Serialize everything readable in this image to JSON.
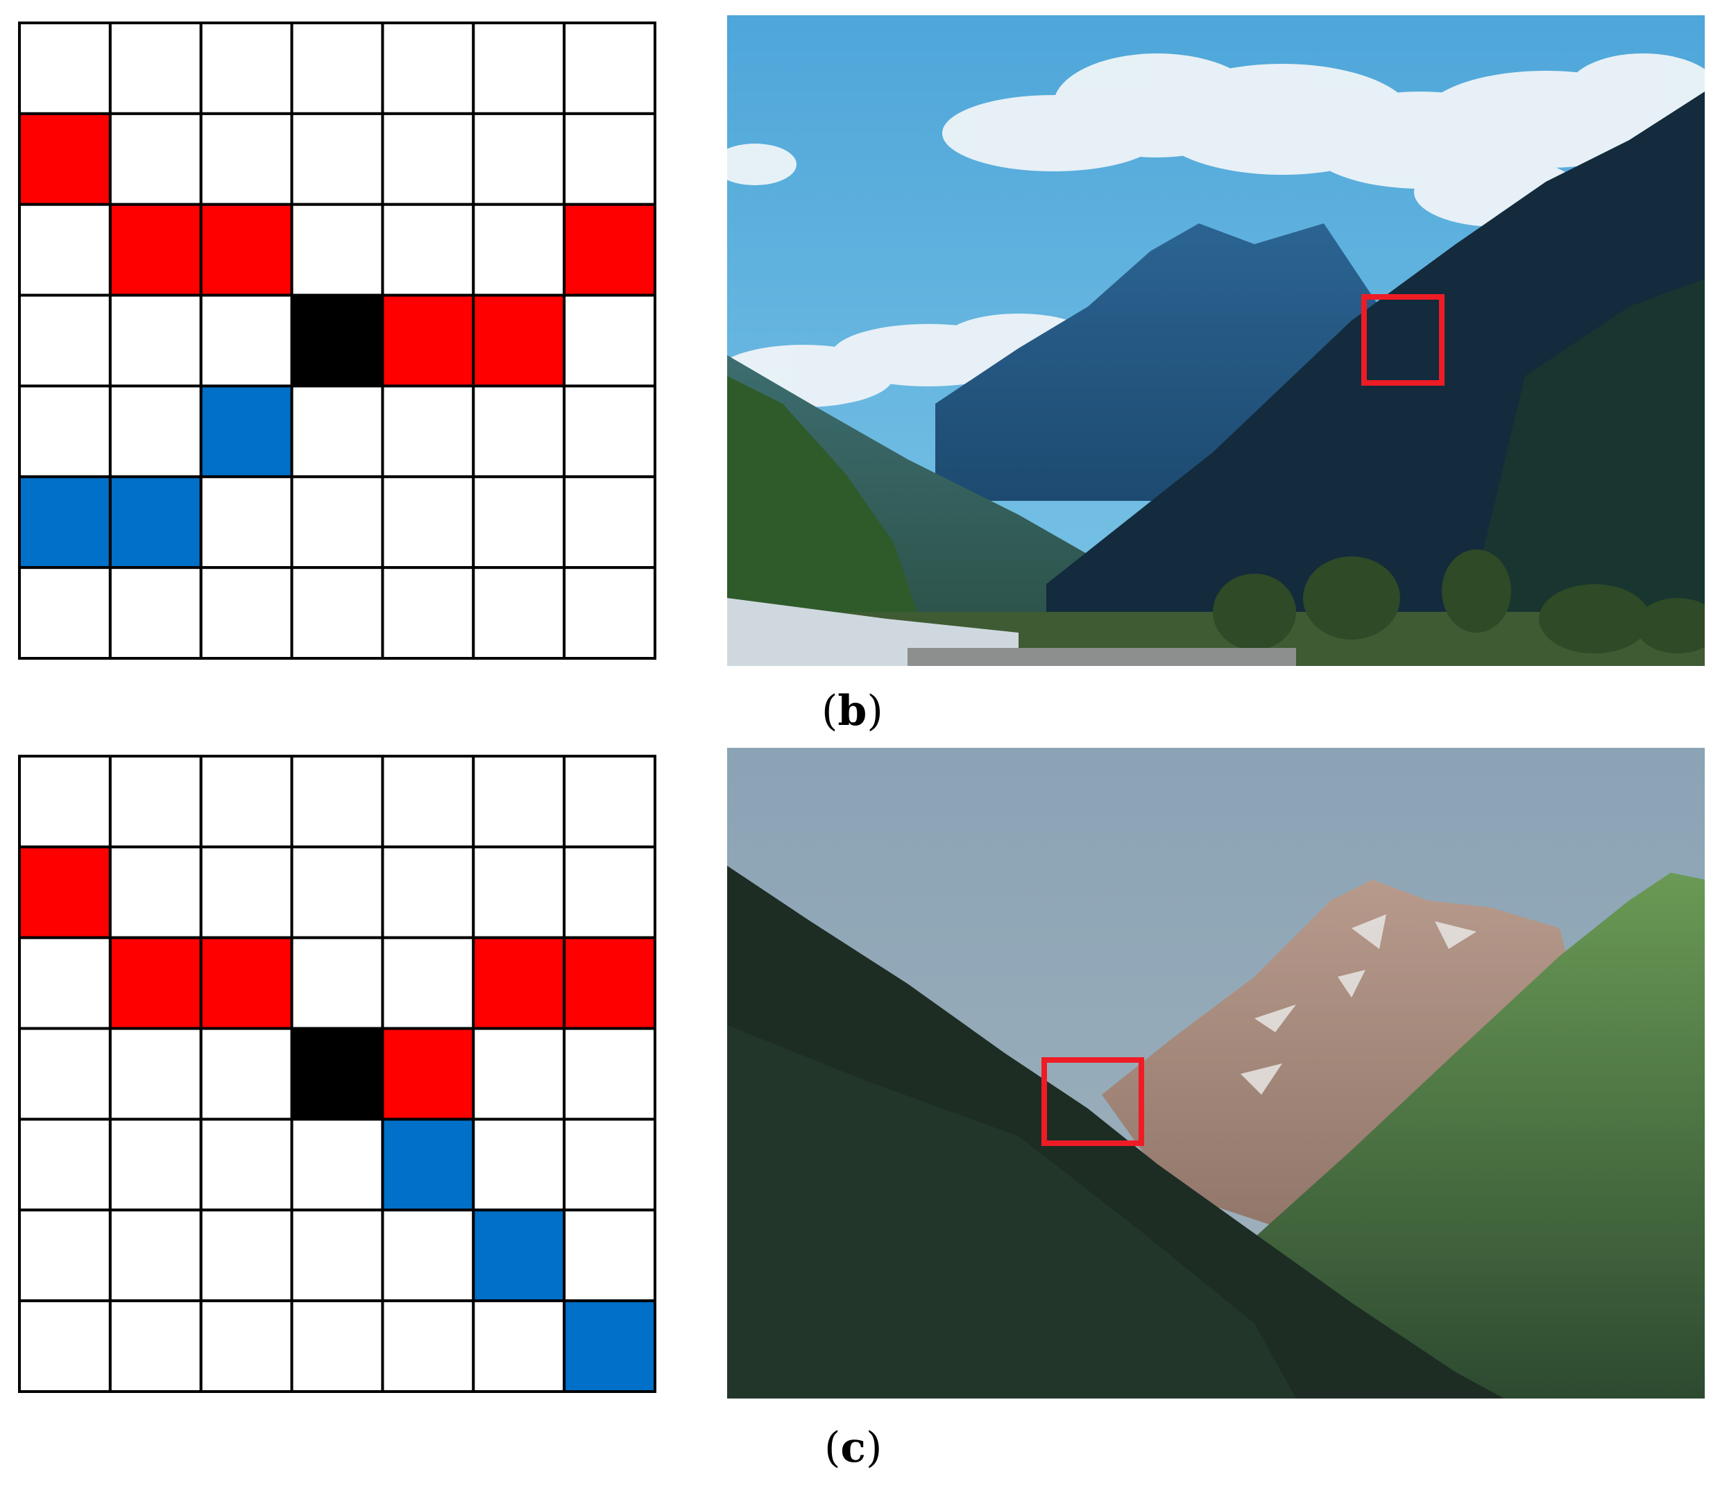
{
  "figure": {
    "grid_size": 7,
    "colors": {
      "red": "#ff0000",
      "blue": "#0070c8",
      "black": "#000000",
      "white": "#ffffff",
      "highlight_box": "#ee1c25"
    },
    "grids": [
      {
        "id": "grid-a",
        "center": [
          3,
          3
        ],
        "red_cells": [
          [
            1,
            0
          ],
          [
            2,
            1
          ],
          [
            2,
            2
          ],
          [
            2,
            6
          ],
          [
            3,
            4
          ],
          [
            3,
            5
          ]
        ],
        "blue_cells": [
          [
            4,
            2
          ],
          [
            5,
            0
          ],
          [
            5,
            1
          ]
        ]
      },
      {
        "id": "grid-c",
        "center": [
          3,
          3
        ],
        "red_cells": [
          [
            1,
            0
          ],
          [
            2,
            1
          ],
          [
            2,
            2
          ],
          [
            2,
            5
          ],
          [
            2,
            6
          ],
          [
            3,
            4
          ]
        ],
        "blue_cells": [
          [
            4,
            4
          ],
          [
            5,
            5
          ],
          [
            6,
            6
          ]
        ]
      }
    ],
    "photos": [
      {
        "id": "photo-b",
        "scene": "valley-with-clouds",
        "caption_letter": "b"
      },
      {
        "id": "photo-c",
        "scene": "snowy-peak-forest",
        "caption_letter": "c"
      }
    ]
  }
}
